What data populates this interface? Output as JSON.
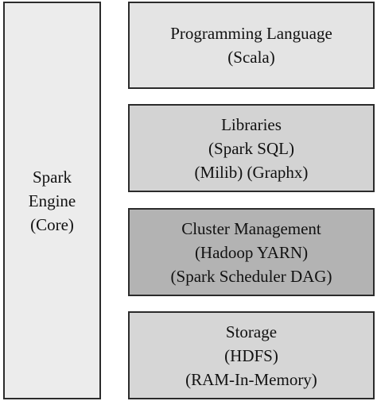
{
  "engine": {
    "lines": [
      "Spark",
      "Engine",
      "(Core)"
    ],
    "fill": "#ececec"
  },
  "layers": [
    {
      "lines": [
        "Programming Language",
        "(Scala)"
      ],
      "fill": "#e4e4e4"
    },
    {
      "lines": [
        "Libraries",
        "(Spark SQL)",
        "(Milib) (Graphx)"
      ],
      "fill": "#d3d3d3"
    },
    {
      "lines": [
        "Cluster Management",
        "(Hadoop YARN)",
        "(Spark Scheduler DAG)"
      ],
      "fill": "#b3b3b3"
    },
    {
      "lines": [
        "Storage",
        "(HDFS)",
        "(RAM-In-Memory)"
      ],
      "fill": "#d6d6d6"
    }
  ]
}
